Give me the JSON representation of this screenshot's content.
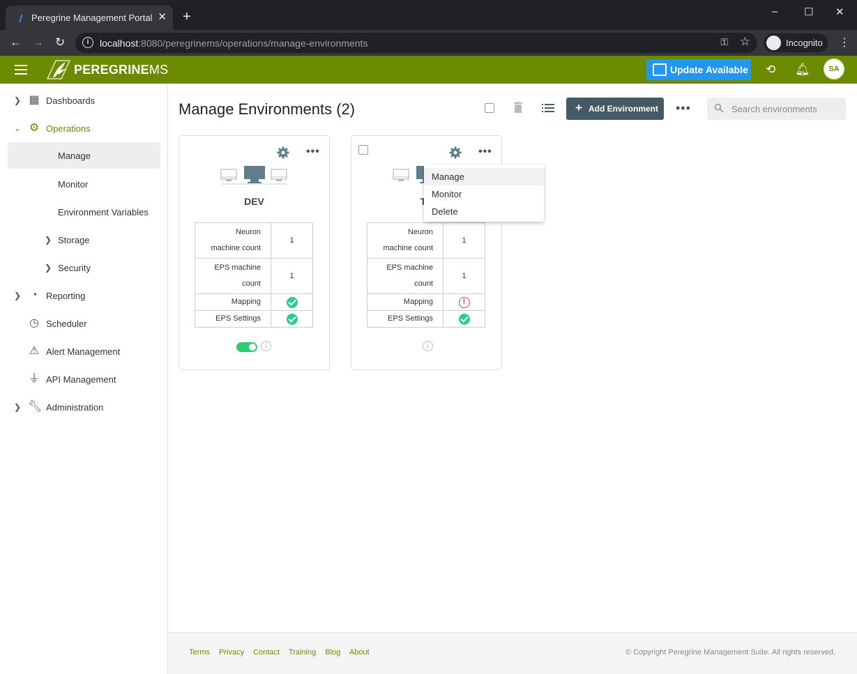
{
  "browser": {
    "tab_title": "Peregrine Management Portal",
    "url_host": "localhost",
    "url_path": ":8080/peregrinems/operations/manage-environments",
    "incognito_label": "Incognito"
  },
  "header": {
    "logo_main": "PEREGRINE",
    "logo_suffix": "MS",
    "update_label": "Update Available",
    "avatar_initials": "SA"
  },
  "sidebar": {
    "items": [
      {
        "label": "Dashboards"
      },
      {
        "label": "Operations"
      },
      {
        "label": "Manage"
      },
      {
        "label": "Monitor"
      },
      {
        "label": "Environment Variables"
      },
      {
        "label": "Storage"
      },
      {
        "label": "Security"
      },
      {
        "label": "Reporting"
      },
      {
        "label": "Scheduler"
      },
      {
        "label": "Alert Management"
      },
      {
        "label": "API Management"
      },
      {
        "label": "Administration"
      }
    ]
  },
  "main": {
    "title": "Manage Environments (2)",
    "add_button_label": "Add Environment",
    "search_placeholder": "Search environments"
  },
  "cards": [
    {
      "name": "DEV",
      "rows": [
        {
          "label_1": "Neuron",
          "label_2": "machine count",
          "value": "1"
        },
        {
          "label_1": "EPS machine",
          "label_2": "count",
          "value": "1"
        },
        {
          "label": "Mapping",
          "status": "ok"
        },
        {
          "label": "EPS Settings",
          "status": "ok"
        }
      ],
      "enabled": true
    },
    {
      "name": "TE",
      "rows": [
        {
          "label_1": "Neuron",
          "label_2": "machine count",
          "value": "1"
        },
        {
          "label_1": "EPS machine",
          "label_2": "count",
          "value": "1"
        },
        {
          "label": "Mapping",
          "status": "error"
        },
        {
          "label": "EPS Settings",
          "status": "ok"
        }
      ],
      "enabled": false
    }
  ],
  "context_menu": {
    "items": [
      "Manage",
      "Monitor",
      "Delete"
    ]
  },
  "footer": {
    "links": [
      "Terms",
      "Privacy",
      "Contact",
      "Training",
      "Blog",
      "About"
    ],
    "copyright": "© Copyright Peregrine Management Suite. All rights reserved."
  },
  "colors": {
    "brand": "#6c8a00",
    "update": "#2196f3",
    "status_ok": "#2ecc8f",
    "status_error": "#e53935",
    "button_dark": "#455a64"
  }
}
